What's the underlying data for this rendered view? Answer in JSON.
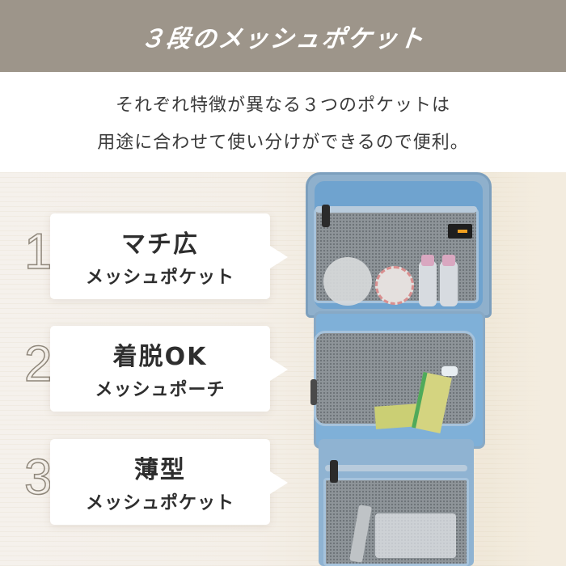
{
  "header": {
    "title": "３段のメッシュポケット",
    "background_color": "#9d958a"
  },
  "intro": {
    "line1": "それぞれ特徴が異なる３つのポケットは",
    "line2": "用途に合わせて使い分けができるので便利。"
  },
  "pockets": [
    {
      "number": "1",
      "title": "マチ広",
      "subtitle": "メッシュポケット"
    },
    {
      "number": "2",
      "title": "着脱OK",
      "subtitle": "メッシュポーチ"
    },
    {
      "number": "3",
      "title": "薄型",
      "subtitle": "メッシュポケット"
    }
  ],
  "product_image": {
    "subject": "light-blue hanging toiletry bag with three mesh pockets",
    "bag_color": "#7fb0d8"
  }
}
